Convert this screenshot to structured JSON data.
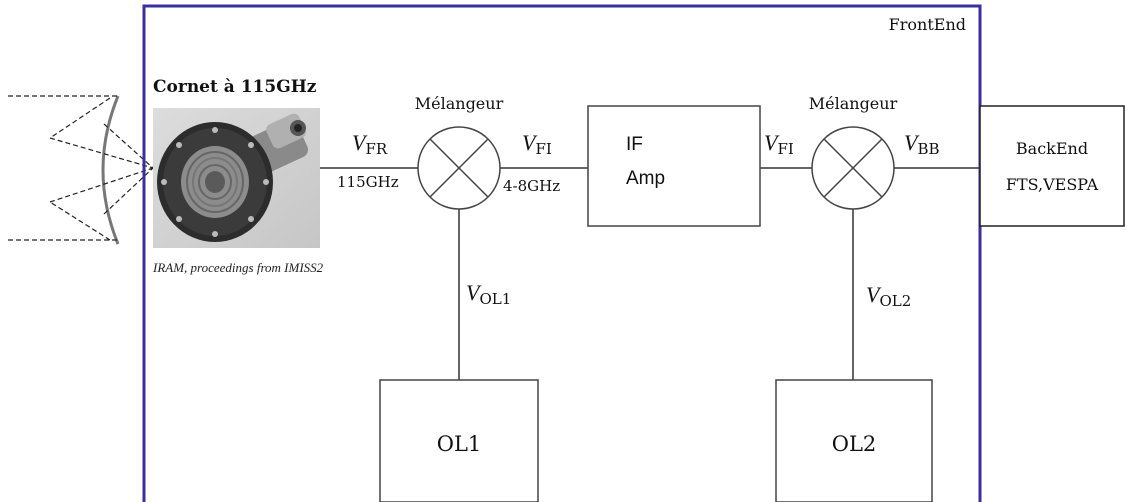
{
  "frontend": {
    "label": "FrontEnd",
    "border_color": "#3a2ea0"
  },
  "horn": {
    "title": "Cornet à 115GHz",
    "caption": "IRAM, proceedings from IMISS2",
    "photo_description": "corrugated feed horn with flange"
  },
  "signals": {
    "v_fr": {
      "symbol": "V",
      "sub": "FR",
      "freq": "115GHz"
    },
    "v_fi_1": {
      "symbol": "V",
      "sub": "FI",
      "freq": "4-8GHz"
    },
    "v_fi_2": {
      "symbol": "V",
      "sub": "FI"
    },
    "v_bb": {
      "symbol": "V",
      "sub": "BB"
    },
    "v_ol1": {
      "symbol": "V",
      "sub": "OL1"
    },
    "v_ol2": {
      "symbol": "V",
      "sub": "OL2"
    }
  },
  "mixer1": {
    "label": "Mélangeur"
  },
  "mixer2": {
    "label": "Mélangeur"
  },
  "if_amp": {
    "line1": "IF",
    "line2": "Amp"
  },
  "backend": {
    "line1": "BackEnd",
    "line2": "FTS,VESPA"
  },
  "ol1": {
    "label": "OL1"
  },
  "ol2": {
    "label": "OL2"
  }
}
